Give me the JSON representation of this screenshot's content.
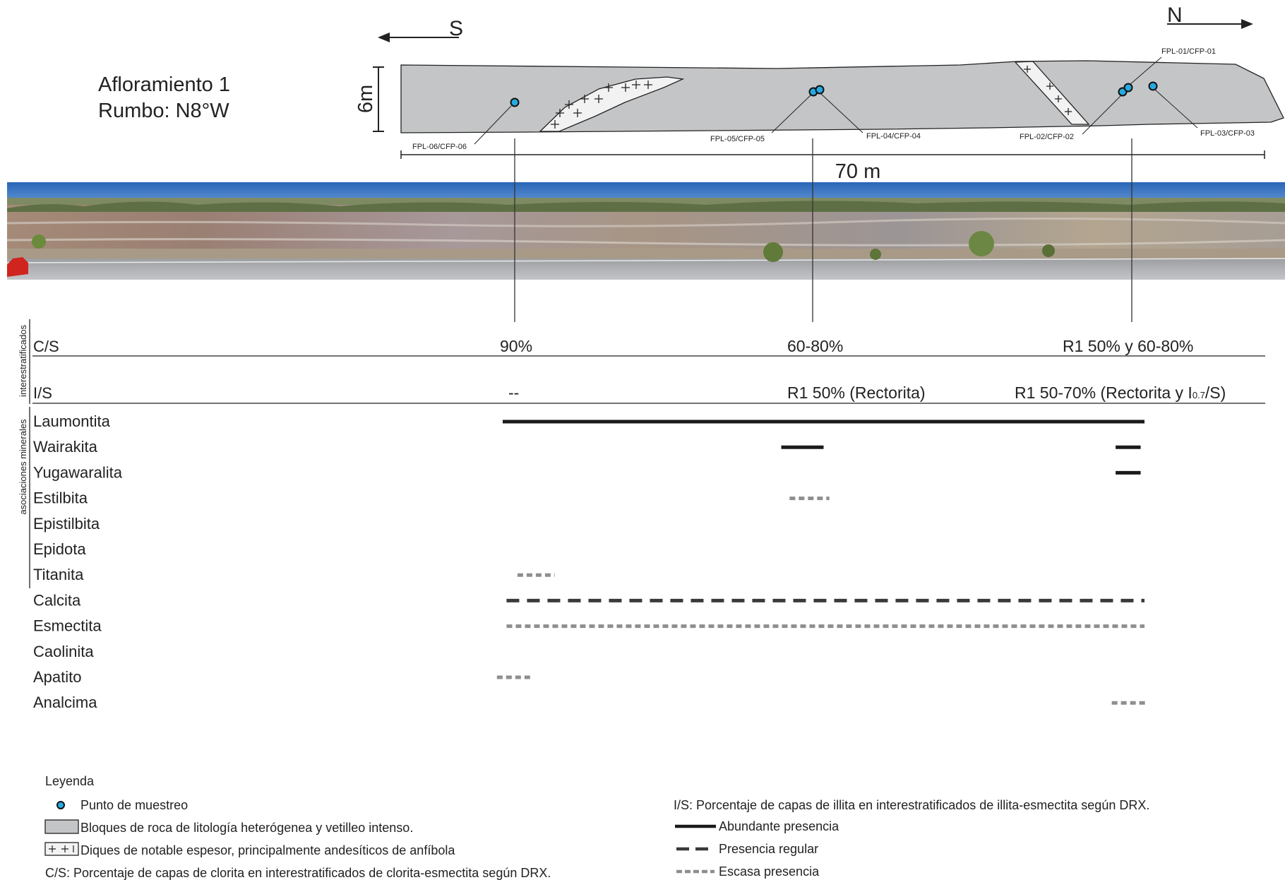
{
  "title": {
    "line1": "Afloramiento 1",
    "line2": "Rumbo: N8°W"
  },
  "directions": {
    "south": "S",
    "north": "N"
  },
  "section": {
    "height_label": "6m",
    "length_label": "70 m"
  },
  "samples": [
    {
      "label": "FPL-01/CFP-01"
    },
    {
      "label": "FPL-02/CFP-02"
    },
    {
      "label": "FPL-03/CFP-03"
    },
    {
      "label": "FPL-04/CFP-04"
    },
    {
      "label": "FPL-05/CFP-05"
    },
    {
      "label": "FPL-06/CFP-06"
    }
  ],
  "groups": {
    "interstratified": "interestratificados",
    "mineral_assoc": "asociaciones minerales"
  },
  "interstratified": [
    {
      "label": "C/S",
      "values": [
        "90%",
        "60-80%",
        "R1 50% y  60-80%"
      ]
    },
    {
      "label": "I/S",
      "values": [
        "--",
        "R1 50% (Rectorita)",
        "R1 50-70% (Rectorita y I"
      ],
      "subscript": "0.7",
      "suffix": "/S)"
    }
  ],
  "minerals": [
    {
      "name": "Laumontita",
      "bars": [
        {
          "from": 0,
          "to": 1,
          "presence": "abundant"
        }
      ]
    },
    {
      "name": "Wairakita",
      "bars": [
        {
          "from": 0.434,
          "to": 0.5,
          "presence": "abundant"
        },
        {
          "from": 0.955,
          "to": 0.994,
          "presence": "abundant"
        }
      ]
    },
    {
      "name": "Yugawaralita",
      "bars": [
        {
          "from": 0.955,
          "to": 0.994,
          "presence": "abundant"
        }
      ]
    },
    {
      "name": "Estilbita",
      "bars": [
        {
          "from": 0.447,
          "to": 0.509,
          "presence": "scarce"
        }
      ]
    },
    {
      "name": "Epistilbita",
      "bars": []
    },
    {
      "name": "Epidota",
      "bars": []
    },
    {
      "name": "Titanita",
      "bars": [
        {
          "from": 0.023,
          "to": 0.081,
          "presence": "scarce"
        }
      ]
    },
    {
      "name": "Calcita",
      "bars": [
        {
          "from": 0.006,
          "to": 1,
          "presence": "regular"
        }
      ]
    },
    {
      "name": "Esmectita",
      "bars": [
        {
          "from": 0.006,
          "to": 1,
          "presence": "scarce"
        }
      ]
    },
    {
      "name": "Caolinita",
      "bars": []
    },
    {
      "name": "Apatito",
      "bars": [
        {
          "from": -0.009,
          "to": 0.048,
          "presence": "scarce"
        }
      ]
    },
    {
      "name": "Analcima",
      "bars": [
        {
          "from": 0.949,
          "to": 1.006,
          "presence": "scarce"
        }
      ]
    }
  ],
  "legend": {
    "title": "Leyenda",
    "sample_point": "Punto de muestreo",
    "rock_blocks": "Bloques de roca de litología heterógenea y vetilleo intenso.",
    "dikes": "Diques de notable espesor, principalmente andesíticos de anfíbola",
    "cs_note": "C/S: Porcentaje de capas de clorita en interestratificados de clorita-esmectita según DRX.",
    "is_note": "I/S: Porcentaje de capas de illita en interestratificados de illita-esmectita según DRX.",
    "abundant": "Abundante presencia",
    "regular": "Presencia regular",
    "scarce": "Escasa presencia"
  },
  "colors": {
    "rock_fill": "#c4c5c7",
    "dike_fill": "#f2f2f2",
    "sample_point": "#27a9e1",
    "abundant": "#1a1a1a",
    "regular": "#3a3a3a",
    "scarce": "#8e8e8e",
    "sky": "#2e6fc0"
  }
}
